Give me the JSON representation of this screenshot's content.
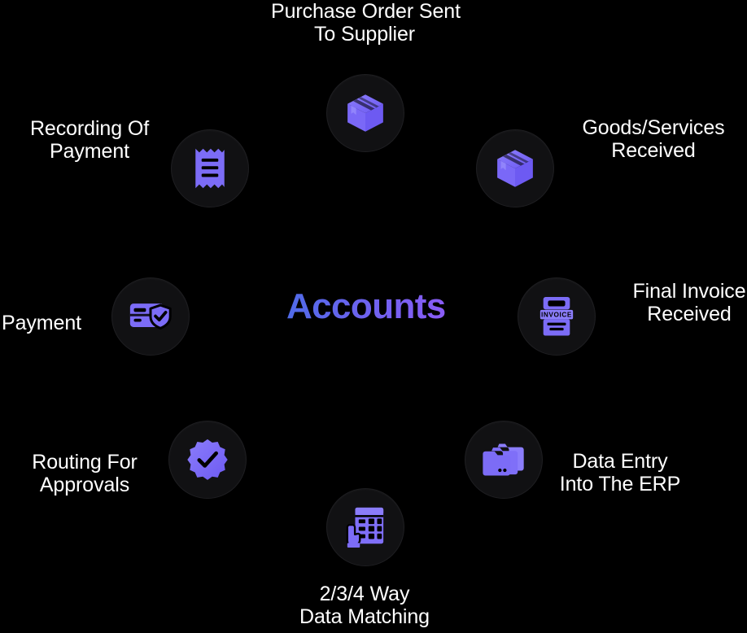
{
  "diagram": {
    "background_color": "#000000",
    "accent_color": "#7c6cf6",
    "badge_color": "#111113",
    "label_color": "#ffffff",
    "center": {
      "title": "Accounts",
      "gradient_from": "#4f6be8",
      "gradient_to": "#8b5cf6"
    },
    "nodes": [
      {
        "id": "purchase-order-sent",
        "label": "Purchase Order Sent\nTo Supplier",
        "icon": "package-box-icon",
        "align": "center"
      },
      {
        "id": "recording-of-payment",
        "label": "Recording Of\nPayment",
        "icon": "receipt-icon",
        "align": "center"
      },
      {
        "id": "goods-services-received",
        "label": "Goods/Services\nReceived",
        "icon": "package-box-icon",
        "align": "center"
      },
      {
        "id": "payment",
        "label": "Payment",
        "icon": "card-shield-check-icon",
        "align": "right"
      },
      {
        "id": "final-invoice-received",
        "label": "Final Invoice\nReceived",
        "icon": "invoice-printer-icon",
        "align": "center"
      },
      {
        "id": "routing-for-approvals",
        "label": "Routing For\nApprovals",
        "icon": "verified-badge-check-icon",
        "align": "center"
      },
      {
        "id": "data-entry-into-erp",
        "label": "Data Entry\nInto The ERP",
        "icon": "folders-stack-icon",
        "align": "center"
      },
      {
        "id": "data-matching",
        "label": "2/3/4 Way\nData Matching",
        "icon": "calculator-hand-icon",
        "align": "center"
      }
    ]
  }
}
